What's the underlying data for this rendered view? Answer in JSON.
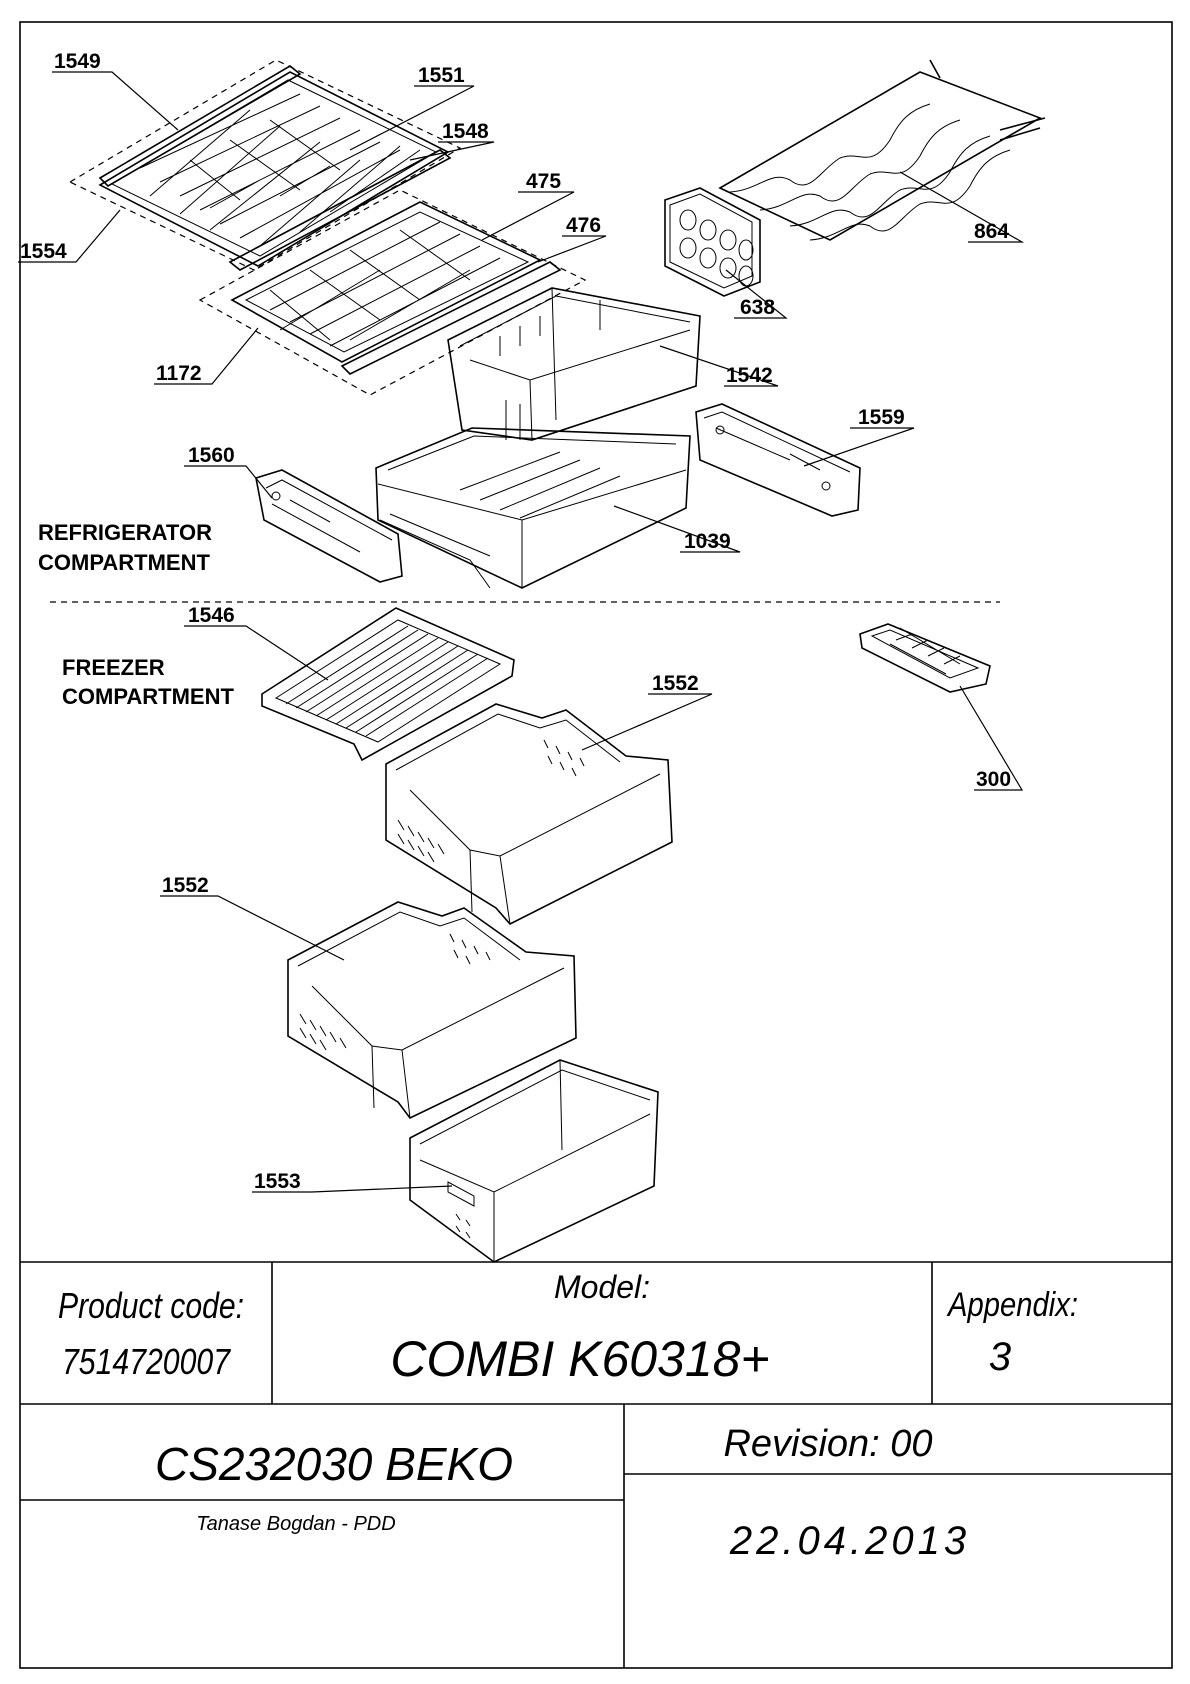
{
  "sections": {
    "refrigerator": [
      "REFRIGERATOR",
      "COMPARTMENT"
    ],
    "freezer": [
      "FREEZER",
      "COMPARTMENT"
    ]
  },
  "parts": {
    "p1549": "1549",
    "p1551": "1551",
    "p1548": "1548",
    "p1554": "1554",
    "p475": "475",
    "p476": "476",
    "p1172": "1172",
    "p864": "864",
    "p638": "638",
    "p1542": "1542",
    "p1559": "1559",
    "p1560": "1560",
    "p1039": "1039",
    "p1546": "1546",
    "p1552a": "1552",
    "p300": "300",
    "p1552b": "1552",
    "p1553": "1553"
  },
  "title_block": {
    "product_code_label": "Product code:",
    "product_code_value": "7514720007",
    "model_label": "Model:",
    "model_value": "COMBI K60318+",
    "appendix_label": "Appendix:",
    "appendix_value": "3",
    "document": "CS232030 BEKO",
    "revision": "Revision: 00",
    "author": "Tanase Bogdan - PDD",
    "date": "22.04.2013"
  }
}
